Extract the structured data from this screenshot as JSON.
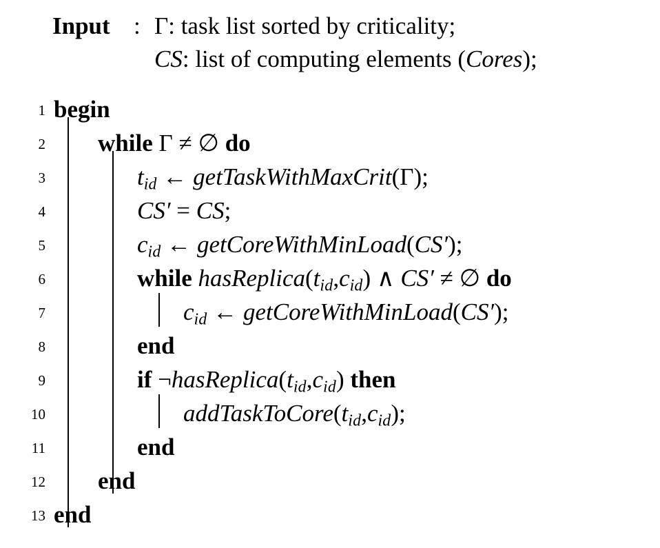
{
  "algorithm": {
    "header": {
      "label": "Input",
      "separator": ":",
      "lines": [
        {
          "symbol": "Γ",
          "description": ": task list sorted by criticality;",
          "full_text": "Γ: task list sorted by criticality;"
        },
        {
          "symbol": "CS",
          "description": ": list of computing elements (Cores);",
          "full_text": "CS: list of computing elements (Cores);",
          "emphasis": "Cores"
        }
      ]
    },
    "lines": [
      {
        "number": "1",
        "depth": 0,
        "kind": "block-begin",
        "text": "begin",
        "keywords": [
          "begin"
        ]
      },
      {
        "number": "2",
        "depth": 1,
        "kind": "while",
        "text": "while Γ ≠ ∅ do",
        "keywords": [
          "while",
          "do"
        ],
        "condition": "Γ ≠ ∅"
      },
      {
        "number": "3",
        "depth": 2,
        "kind": "assign",
        "text": "t_id ← getTaskWithMaxCrit(Γ);",
        "lhs": "t",
        "lhs_sub": "id",
        "arrow": "←",
        "call": "getTaskWithMaxCrit",
        "args": "Γ"
      },
      {
        "number": "4",
        "depth": 2,
        "kind": "assign",
        "text": "CS′ = CS;",
        "lhs": "CS′",
        "operator": "=",
        "rhs": "CS"
      },
      {
        "number": "5",
        "depth": 2,
        "kind": "assign",
        "text": "c_id ← getCoreWithMinLoad(CS′);",
        "lhs": "c",
        "lhs_sub": "id",
        "arrow": "←",
        "call": "getCoreWithMinLoad",
        "args": "CS′"
      },
      {
        "number": "6",
        "depth": 2,
        "kind": "while",
        "text": "while hasReplica(t_id, c_id) ∧ CS′ ≠ ∅ do",
        "keywords": [
          "while",
          "do"
        ],
        "call": "hasReplica",
        "args": "t_id, c_id",
        "condition": "hasReplica(t_id,c_id) ∧ CS′ ≠ ∅"
      },
      {
        "number": "7",
        "depth": 3,
        "kind": "assign",
        "text": "c_id ← getCoreWithMinLoad(CS′);",
        "lhs": "c",
        "lhs_sub": "id",
        "arrow": "←",
        "call": "getCoreWithMinLoad",
        "args": "CS′"
      },
      {
        "number": "8",
        "depth": 2,
        "kind": "block-end",
        "text": "end",
        "keywords": [
          "end"
        ]
      },
      {
        "number": "9",
        "depth": 2,
        "kind": "if",
        "text": "if ¬hasReplica(t_id, c_id) then",
        "keywords": [
          "if",
          "then"
        ],
        "call": "hasReplica",
        "args": "t_id, c_id",
        "condition": "¬hasReplica(t_id,c_id)"
      },
      {
        "number": "10",
        "depth": 3,
        "kind": "call",
        "text": "addTaskToCore(t_id, c_id);",
        "call": "addTaskToCore",
        "args": "t_id, c_id"
      },
      {
        "number": "11",
        "depth": 2,
        "kind": "block-end",
        "text": "end",
        "keywords": [
          "end"
        ]
      },
      {
        "number": "12",
        "depth": 1,
        "kind": "block-end",
        "text": "end",
        "keywords": [
          "end"
        ]
      },
      {
        "number": "13",
        "depth": 0,
        "kind": "block-end",
        "text": "end",
        "keywords": [
          "end"
        ]
      }
    ],
    "symbols": {
      "gamma": "Γ",
      "emptyset": "∅",
      "not_equal": "≠",
      "left_arrow": "←",
      "logical_and": "∧",
      "negation": "¬",
      "prime": "′",
      "subscript": "id"
    },
    "colors": {
      "text": "#000000",
      "background": "#ffffff",
      "rule": "#000000"
    }
  }
}
